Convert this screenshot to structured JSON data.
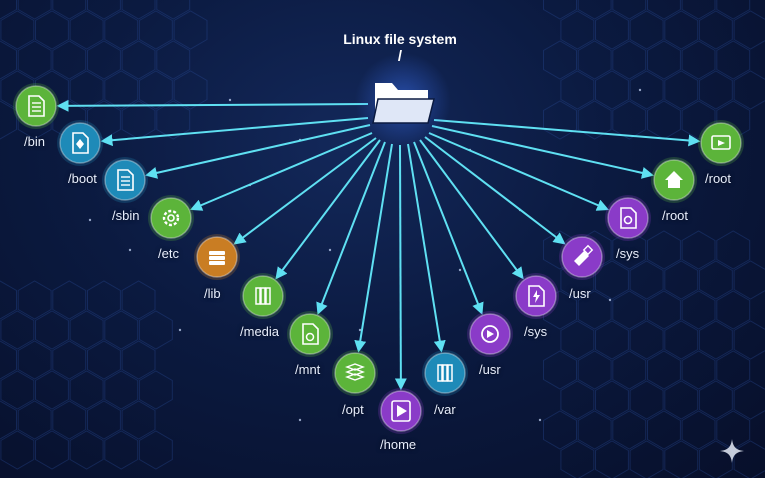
{
  "title": "Linux file system",
  "root_label": "/",
  "colors": {
    "arrow": "#5fe0f2",
    "green": "#5cb43a",
    "teal": "#1e8ab8",
    "orange": "#c97d23",
    "purple": "#8a3bc8",
    "folder": "#ffffff"
  },
  "nodes": [
    {
      "label": "/bin",
      "color": "green",
      "icon": "document-icon"
    },
    {
      "label": "/boot",
      "color": "teal",
      "icon": "boot-file-icon"
    },
    {
      "label": "/sbin",
      "color": "teal",
      "icon": "document-icon"
    },
    {
      "label": "/etc",
      "color": "green",
      "icon": "gear-icon"
    },
    {
      "label": "/lib",
      "color": "orange",
      "icon": "stack-icon"
    },
    {
      "label": "/media",
      "color": "green",
      "icon": "library-icon"
    },
    {
      "label": "/mnt",
      "color": "green",
      "icon": "disk-file-icon"
    },
    {
      "label": "/opt",
      "color": "green",
      "icon": "layers-icon"
    },
    {
      "label": "/home",
      "color": "purple",
      "icon": "play-icon"
    },
    {
      "label": "/var",
      "color": "teal",
      "icon": "library-icon"
    },
    {
      "label": "/usr",
      "color": "purple",
      "icon": "media-play-icon"
    },
    {
      "label": "/sys",
      "color": "purple",
      "icon": "lightning-icon"
    },
    {
      "label": "/usr",
      "color": "purple",
      "icon": "usb-icon"
    },
    {
      "label": "/sys",
      "color": "purple",
      "icon": "settings-file-icon"
    },
    {
      "label": "/root",
      "color": "green",
      "icon": "house-icon"
    },
    {
      "label": "/root",
      "color": "green",
      "icon": "screen-icon"
    }
  ]
}
